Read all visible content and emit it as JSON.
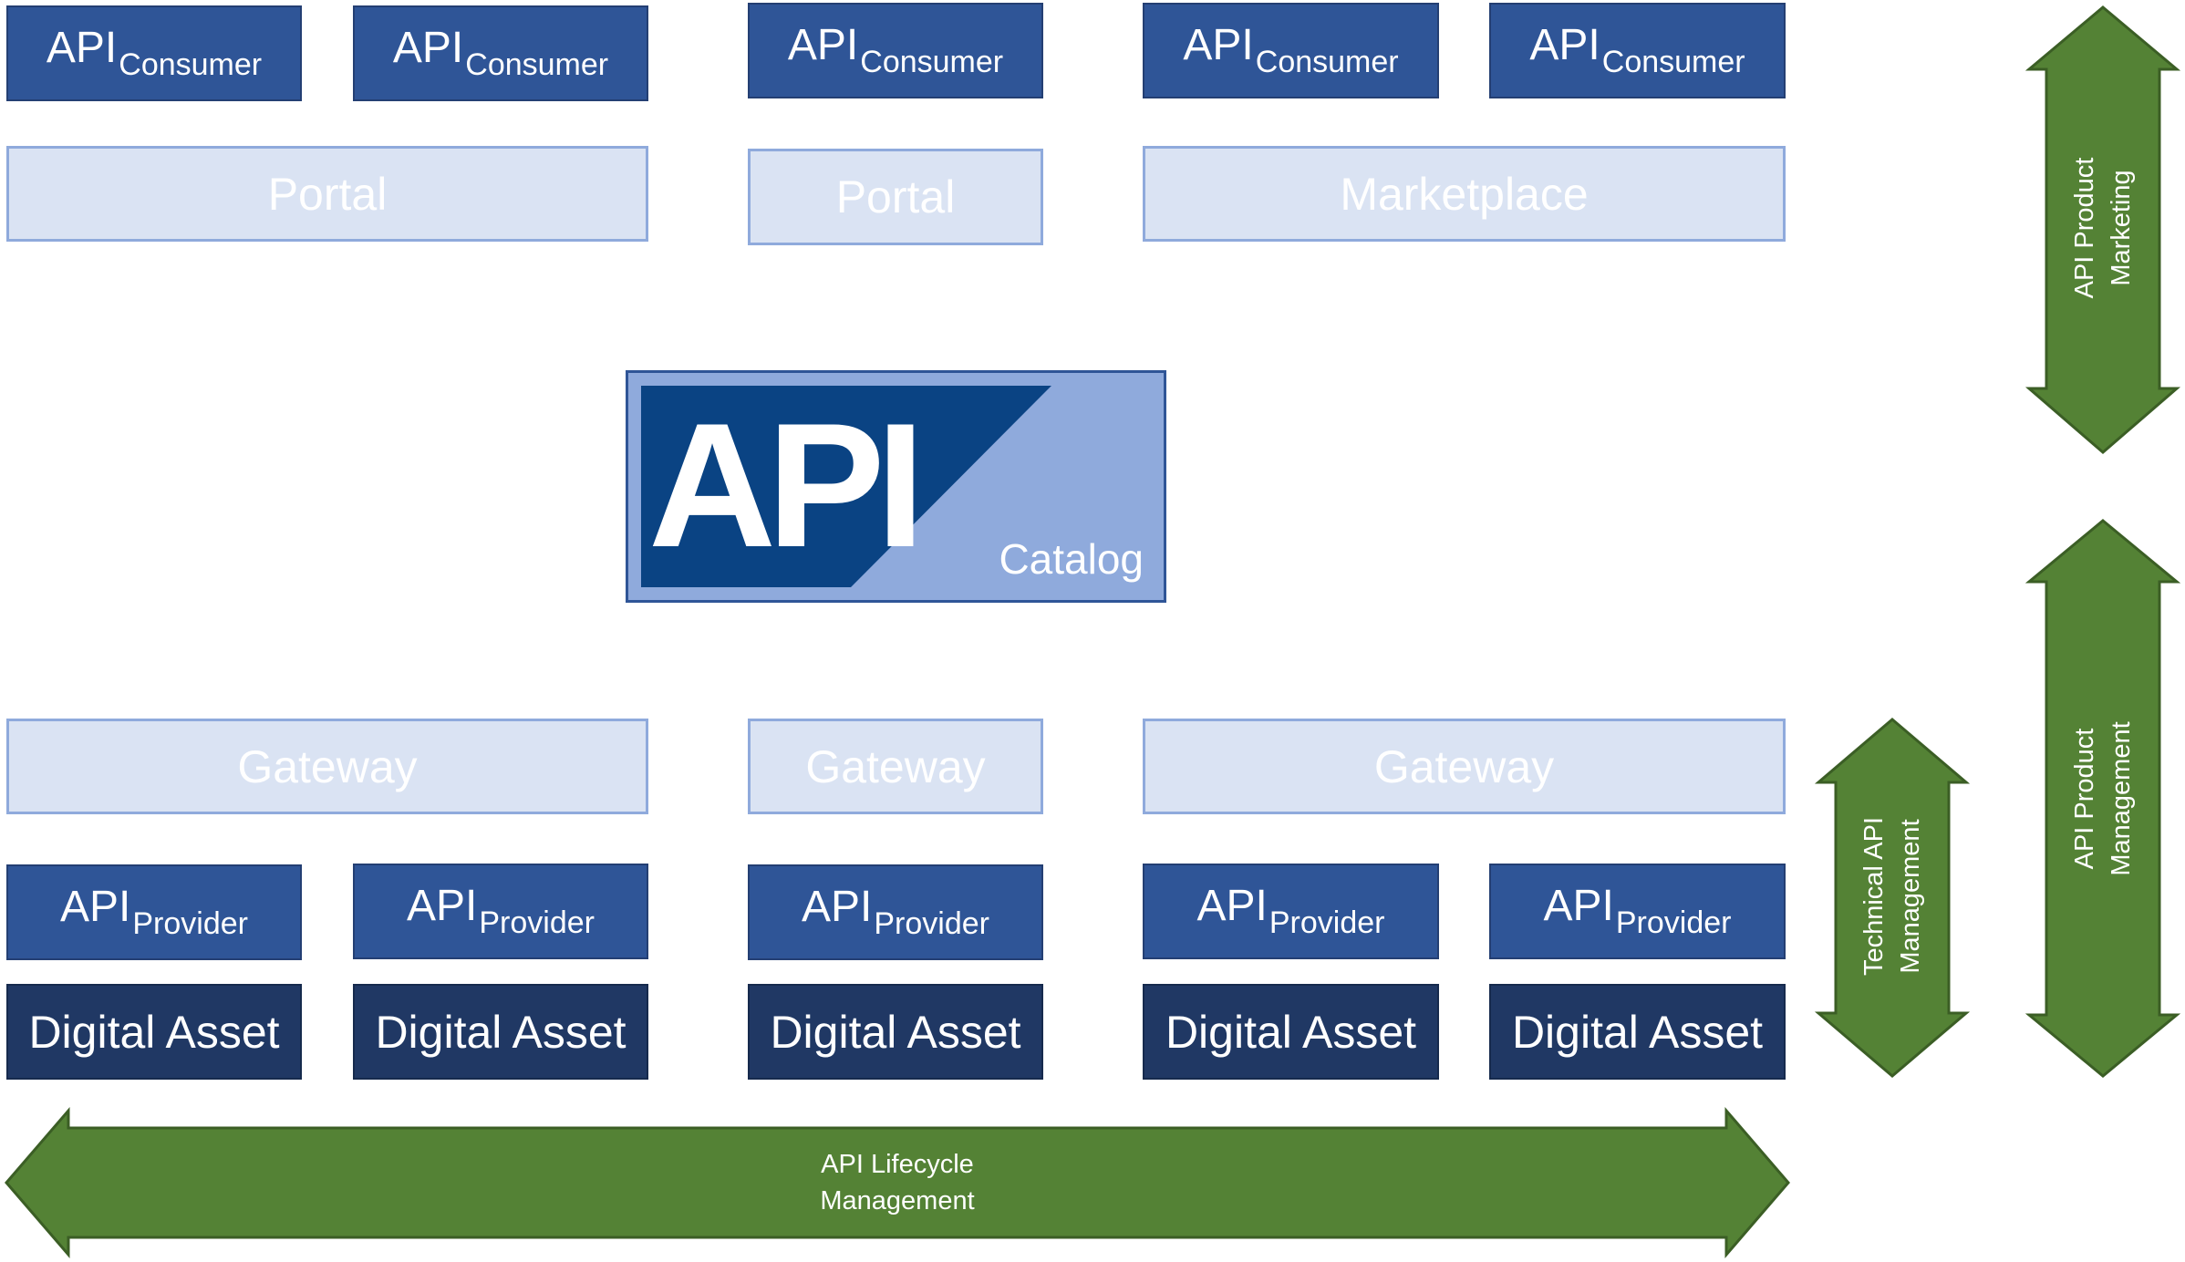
{
  "consumers": [
    {
      "main": "API",
      "sub": "Consumer"
    },
    {
      "main": "API",
      "sub": "Consumer"
    },
    {
      "main": "API",
      "sub": "Consumer"
    },
    {
      "main": "API",
      "sub": "Consumer"
    },
    {
      "main": "API",
      "sub": "Consumer"
    }
  ],
  "portals": [
    "Portal",
    "Portal",
    "Marketplace"
  ],
  "catalog": {
    "logo_text": "API",
    "label": "Catalog"
  },
  "gateways": [
    "Gateway",
    "Gateway",
    "Gateway"
  ],
  "providers": [
    {
      "main": "API",
      "sub": "Provider"
    },
    {
      "main": "API",
      "sub": "Provider"
    },
    {
      "main": "API",
      "sub": "Provider"
    },
    {
      "main": "API",
      "sub": "Provider"
    },
    {
      "main": "API",
      "sub": "Provider"
    }
  ],
  "assets": [
    "Digital Asset",
    "Digital Asset",
    "Digital Asset",
    "Digital Asset",
    "Digital Asset"
  ],
  "arrows": {
    "lifecycle": {
      "line1": "API Lifecycle",
      "line2": "Management"
    },
    "technical": {
      "line1": "Technical API",
      "line2": "Management"
    },
    "product_management": {
      "line1": "API Product",
      "line2": "Management"
    },
    "product_marketing": {
      "line1": "API Product",
      "line2": "Marketing"
    }
  },
  "colors": {
    "box_blue": "#2f5597",
    "light_blue": "#dae3f3",
    "light_blue_border": "#8faadc",
    "dark_navy": "#203864",
    "logo_blue": "#0a4383",
    "arrow_green": "#548235"
  }
}
